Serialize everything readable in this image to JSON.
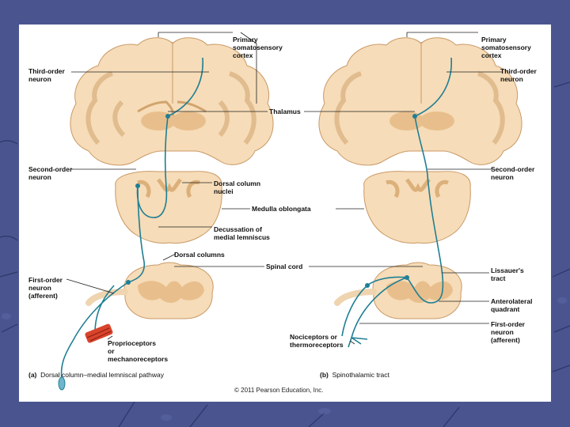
{
  "colors": {
    "slide_background": "#4a5590",
    "panel": "#ffffff",
    "tissue": "#f6dcb8",
    "gray_matter": "#e8bf8c",
    "neuron_path": "#1f7f94",
    "receptor": "#d9442c"
  },
  "left_panel": {
    "labels": {
      "third_order": [
        "Third-order",
        "neuron"
      ],
      "second_order": [
        "Second-order",
        "neuron"
      ],
      "dorsal_column_nuclei": [
        "Dorsal column",
        "nuclei"
      ],
      "decussation": [
        "Decussation of",
        "medial lemniscus"
      ],
      "dorsal_columns": "Dorsal columns",
      "first_order": [
        "First-order",
        "neuron",
        "(afferent)"
      ],
      "proprioceptors": [
        "Proprioceptors",
        "or",
        "mechanoreceptors"
      ]
    },
    "caption_letter": "(a)",
    "caption_text": "Dorsal column–medial lemniscal pathway"
  },
  "center_labels": {
    "primary_left": [
      "Primary",
      "somatosensory",
      "cortex"
    ],
    "thalamus": "Thalamus",
    "medulla": "Medulla oblongata",
    "spinal_cord": "Spinal cord"
  },
  "right_panel": {
    "labels": {
      "primary": [
        "Primary",
        "somatosensory",
        "cortex"
      ],
      "third_order": [
        "Third-order",
        "neuron"
      ],
      "second_order": [
        "Second-order",
        "neuron"
      ],
      "lissauer": [
        "Lissauer's",
        "tract"
      ],
      "anterolateral": [
        "Anterolateral",
        "quadrant"
      ],
      "first_order": [
        "First-order",
        "neuron",
        "(afferent)"
      ],
      "nociceptors": [
        "Nociceptors or",
        "thermoreceptors"
      ]
    },
    "caption_letter": "(b)",
    "caption_text": "Spinothalamic tract"
  },
  "copyright": "© 2011 Pearson Education, Inc."
}
